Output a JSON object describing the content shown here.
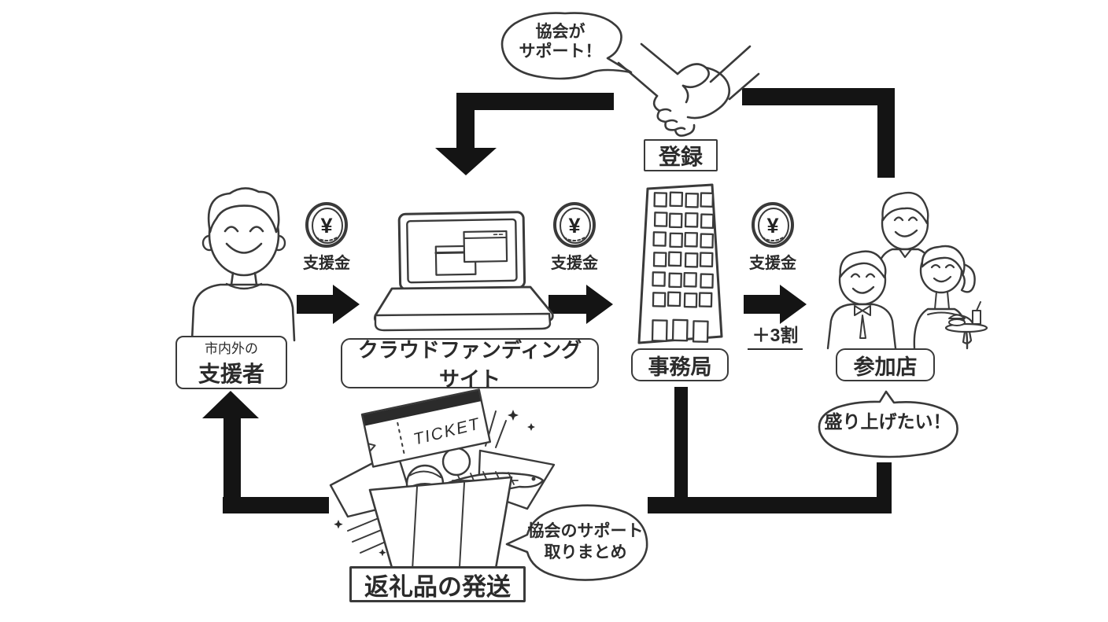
{
  "colors": {
    "background": "#ffffff",
    "ink": "#3a3a3a",
    "arrow": "#141414"
  },
  "top": {
    "association_bubble_line1": "協会が",
    "association_bubble_line2": "サポート！",
    "register_label": "登録"
  },
  "supporter": {
    "label_line1": "市内外の",
    "label_line2": "支援者"
  },
  "crowdfunding": {
    "label_line1": "クラウドファンディング",
    "label_line2": "サイト"
  },
  "office": {
    "label": "事務局"
  },
  "shops": {
    "label": "参加店",
    "bubble": "盛り上げたい！"
  },
  "returns": {
    "label": "返礼品の発送",
    "ticket_text": "TICKET",
    "bubble_line1": "協会のサポート",
    "bubble_line2": "取りまとめ"
  },
  "flows": {
    "flow1_label": "支援金",
    "flow2_label": "支援金",
    "flow3_label": "支援金",
    "flow3_bonus": "＋3割",
    "coin_symbol": "¥"
  }
}
